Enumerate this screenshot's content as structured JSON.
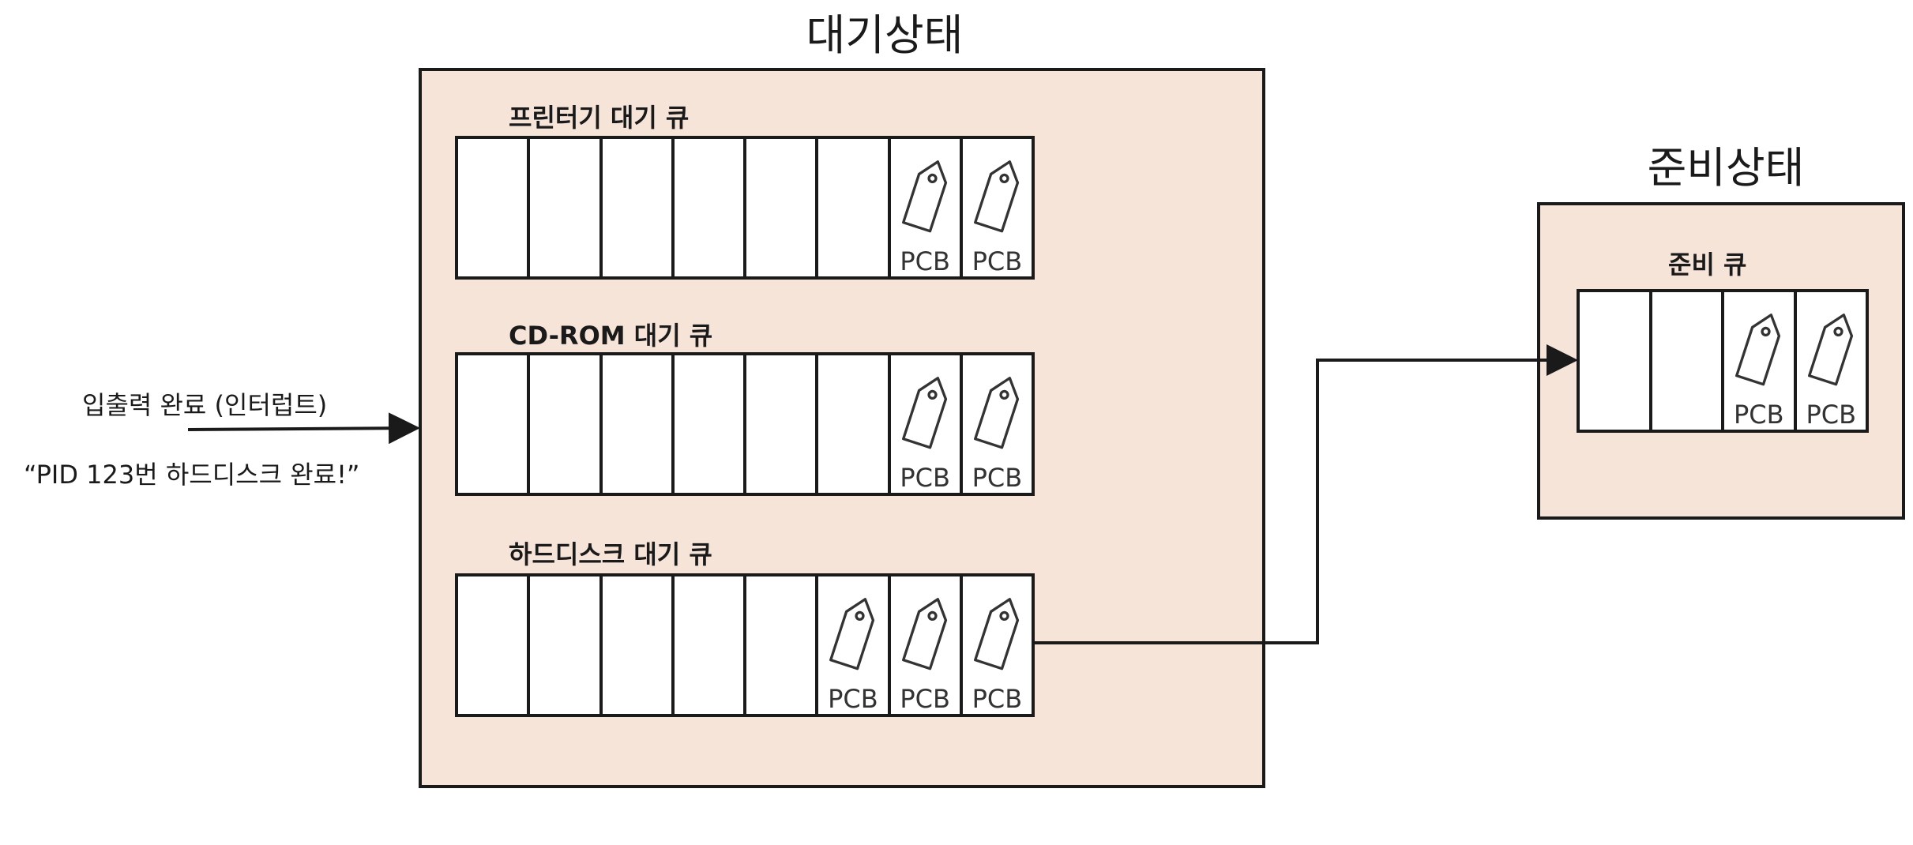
{
  "waiting_state": {
    "title": "대기상태",
    "queues": [
      {
        "label": "프린터기 대기 큐",
        "slots": [
          "",
          "",
          "",
          "",
          "",
          "",
          "PCB",
          "PCB"
        ]
      },
      {
        "label": "CD-ROM 대기 큐",
        "slots": [
          "",
          "",
          "",
          "",
          "",
          "",
          "PCB",
          "PCB"
        ]
      },
      {
        "label": "하드디스크 대기 큐",
        "slots": [
          "",
          "",
          "",
          "",
          "",
          "PCB",
          "PCB",
          "PCB"
        ]
      }
    ]
  },
  "ready_state": {
    "title": "준비상태",
    "queue": {
      "label": "준비 큐",
      "slots": [
        "",
        "",
        "PCB",
        "PCB"
      ]
    }
  },
  "interrupt": {
    "label": "입출력 완료 (인터럽트)",
    "message": "“PID 123번 하드디스크 완료!”"
  },
  "colors": {
    "panel_fill": "#f7e4d9",
    "stroke": "#1a1a1a"
  },
  "icons": {
    "pcb": "tag-icon",
    "arrow": "arrow-right-icon"
  }
}
